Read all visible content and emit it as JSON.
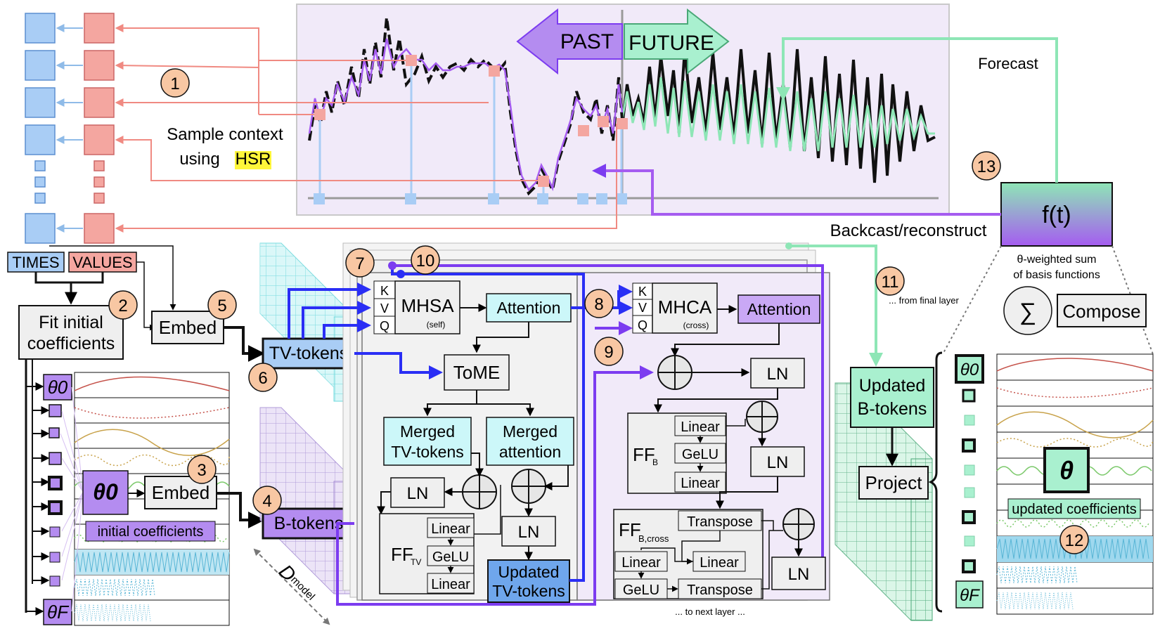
{
  "chart": {
    "past_label": "PAST",
    "future_label": "FUTURE",
    "forecast_label": "Forecast",
    "sample_context_line1": "Sample context",
    "sample_context_line2_prefix": "using",
    "sample_context_line2_hl": "HSR",
    "backcast_label": "Backcast/reconstruct"
  },
  "inputs": {
    "times_label": "TIMES",
    "values_label": "VALUES"
  },
  "left": {
    "fit_line1": "Fit initial",
    "fit_line2": "coefficients",
    "theta0": "θ0",
    "thetaF": "θF",
    "theta0_big": "θ0",
    "initial_coefficients": "initial coefficients",
    "embed_top": "Embed",
    "embed_bottom": "Embed",
    "tv_tokens": "TV-tokens",
    "b_tokens": "B-tokens",
    "d_model": "D",
    "d_model_sub": "model"
  },
  "encoder": {
    "k": "K",
    "v": "V",
    "q": "Q",
    "mhsa": "MHSA",
    "mhsa_sub": "(self)",
    "attention": "Attention",
    "tome": "ToME",
    "merged_tv_1": "Merged",
    "merged_tv_2": "TV-tokens",
    "merged_att_1": "Merged",
    "merged_att_2": "attention",
    "ln1": "LN",
    "ln2": "LN",
    "ff_tv": "FF",
    "ff_tv_sub": "TV",
    "linear_a": "Linear",
    "gelu": "GeLU",
    "linear_b": "Linear",
    "updated_tv_1": "Updated",
    "updated_tv_2": "TV-tokens"
  },
  "decoder": {
    "k": "K",
    "v": "V",
    "q": "Q",
    "mhca": "MHCA",
    "mhca_sub": "(cross)",
    "attention": "Attention",
    "ln1": "LN",
    "ln2": "LN",
    "ln3": "LN",
    "ff_b": "FF",
    "ff_b_sub": "B",
    "linear_a": "Linear",
    "gelu": "GeLU",
    "linear_b": "Linear",
    "ff_bcross": "FF",
    "ff_bcross_sub": "B,cross",
    "transpose_a": "Transpose",
    "linear_c": "Linear",
    "linear_d": "Linear",
    "gelu2": "GeLU",
    "transpose_b": "Transpose",
    "next_layer": "... to next layer ..."
  },
  "right": {
    "from_final": "... from final layer",
    "updated_b_1": "Updated",
    "updated_b_2": "B-tokens",
    "project": "Project",
    "ft": "f(t)",
    "weighted_1": "θ-weighted sum",
    "weighted_2": "of basis functions",
    "sigma": "∑",
    "compose": "Compose",
    "theta0": "θ0",
    "thetaF": "θF",
    "theta_big": "θ",
    "updated_coefficients": "updated coefficients"
  },
  "steps": [
    "1",
    "2",
    "3",
    "4",
    "5",
    "6",
    "7",
    "8",
    "9",
    "10",
    "11",
    "12",
    "13"
  ],
  "colors": {
    "blue_box": "#a9cdf5",
    "red_box": "#f4a6a0",
    "purple": "#b48cf0",
    "cyan": "#ccf7f9",
    "green": "#a9f0cf",
    "orange_badge": "#f8c7a3",
    "panel_purple": "#f1eaf9",
    "grey_box": "#efefef",
    "dark_blue_line": "#2a2ef5",
    "purple_line": "#7c3cf0",
    "salmon_line": "#f08a82",
    "mint_line": "#8ee6b6"
  }
}
